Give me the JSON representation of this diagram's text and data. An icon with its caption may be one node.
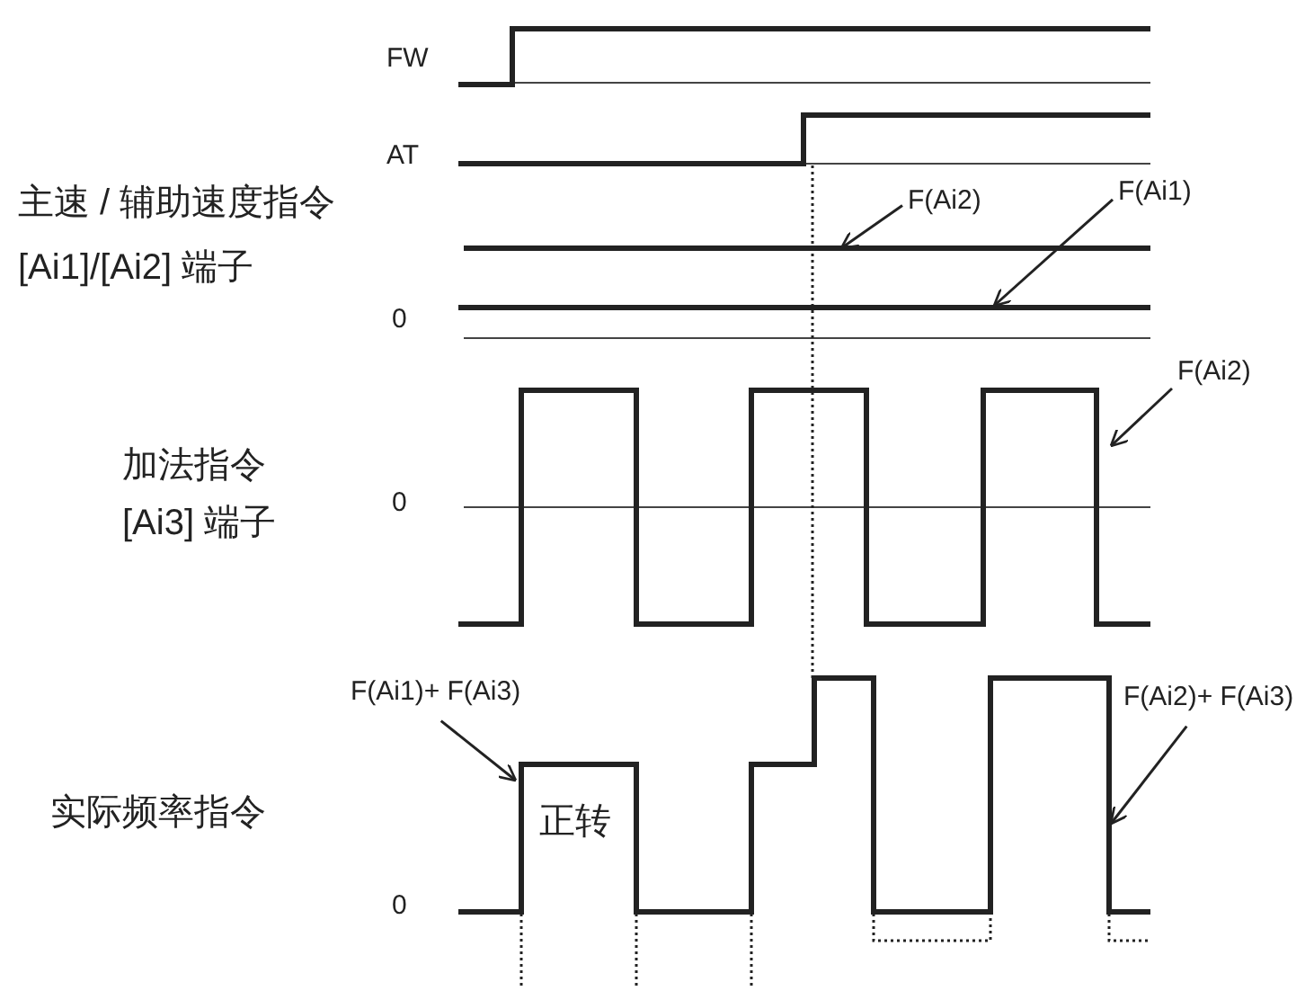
{
  "diagram": {
    "nodes": [
      {
        "text": [
          "F(Ai2)"
        ]
      },
      {
        "text": [
          "F(Ai1)"
        ]
      },
      {
        "text": [
          "F(Ai2)"
        ]
      },
      {
        "text": [
          "F(Ai1)+ F(Ai3)"
        ]
      },
      {
        "text": [
          "F(Ai2)+ F(Ai3)"
        ]
      }
    ],
    "edges": [
      {
        "from": 0,
        "to": null,
        "arrow": "to"
      },
      {
        "from": 1,
        "to": null,
        "arrow": "to"
      },
      {
        "from": 2,
        "to": null,
        "arrow": "to"
      },
      {
        "from": 3,
        "to": null,
        "arrow": "to"
      },
      {
        "from": 4,
        "to": null,
        "arrow": "to"
      }
    ],
    "labels": [
      "FW",
      "AT",
      "主速 / 辅助速度指令",
      "[Ai1]/[Ai2] 端子",
      "0",
      "加法指令",
      "[Ai3] 端子",
      "0",
      "实际频率指令",
      "正转",
      "0"
    ]
  }
}
